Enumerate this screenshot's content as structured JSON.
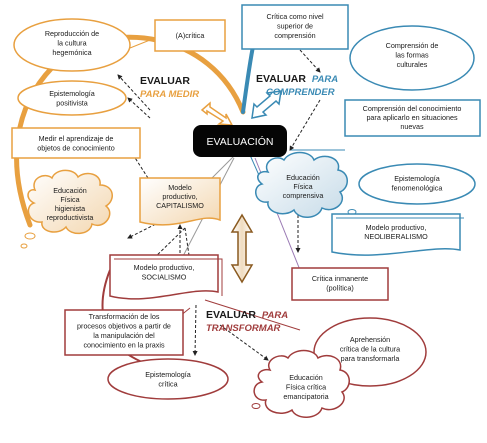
{
  "center": "EVALUACIÓN",
  "headings": {
    "medir": {
      "main": "EVALUAR",
      "sub": "PARA MEDIR"
    },
    "comprender": {
      "main": "EVALUAR",
      "sub": "PARA",
      "sub2": "COMPRENDER"
    },
    "transformar": {
      "main": "EVALUAR",
      "sub": "PARA",
      "sub2": "TRANSFORMAR"
    }
  },
  "nodes": {
    "reproduccion": [
      "Reproducción de",
      "la cultura",
      "hegemónica"
    ],
    "acritica": [
      "(A)crítica"
    ],
    "positivista": [
      "Epistemología",
      "positivista"
    ],
    "medir_aprendizaje": [
      "Medir el aprendizaje de",
      "objetos de conocimiento"
    ],
    "higienista": [
      "Educación",
      "Física",
      "higienista",
      "reproductivista"
    ],
    "capitalismo": [
      "Modelo",
      "productivo,",
      "CAPITALISMO"
    ],
    "critica_nivel": [
      "Crítica como nivel",
      "superior de",
      "comprensión"
    ],
    "formas": [
      "Comprensión de",
      "las formas",
      "culturales"
    ],
    "comprension_conocimiento": [
      "Comprensión del conocimiento",
      "para aplicarlo en situaciones",
      "nuevas"
    ],
    "comprensiva": [
      "Educación",
      "Física",
      "comprensiva"
    ],
    "fenomenologica": [
      "Epistemología",
      "fenomenológica"
    ],
    "neoliberalismo": [
      "Modelo productivo,",
      "NEOLIBERALISMO"
    ],
    "socialismo": [
      "Modelo productivo,",
      "SOCIALISMO"
    ],
    "inmanente": [
      "Crítica inmanente",
      "(política)"
    ],
    "transformacion": [
      "Transformación de los",
      "procesos objetivos a partir de",
      "la manipulación del",
      "conocimiento en la praxis"
    ],
    "aprehension": [
      "Aprehensión",
      "crítica de la cultura",
      "para transformarla"
    ],
    "critica_epist": [
      "Epistemología",
      "crítica"
    ],
    "emancipatoria": [
      "Educación",
      "Física crítica",
      "emancipatoria"
    ]
  },
  "colors": {
    "orange": "#e8a040",
    "blue": "#3a8ab4",
    "red": "#a03c3c",
    "dark": "#222222",
    "center_fill": "#050505"
  }
}
